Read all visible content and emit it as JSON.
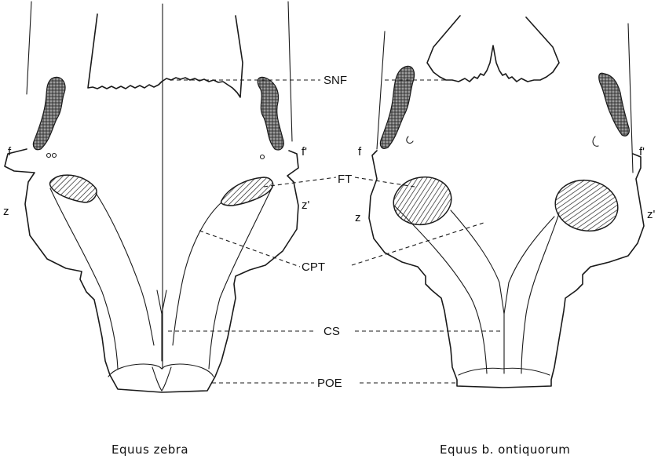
{
  "figure": {
    "labels": {
      "snf": "SNF",
      "ft": "FT",
      "cpt": "CPT",
      "cs": "CS",
      "poe": "POE"
    },
    "left_specimen": {
      "caption": "Equus zebra",
      "f": "f",
      "f_prime": "f'",
      "z": "z",
      "z_prime": "z'"
    },
    "right_specimen": {
      "caption": "Equus b. ontiquorum",
      "f": "f",
      "f_prime": "f'",
      "z": "z",
      "z_prime": "z'"
    }
  }
}
